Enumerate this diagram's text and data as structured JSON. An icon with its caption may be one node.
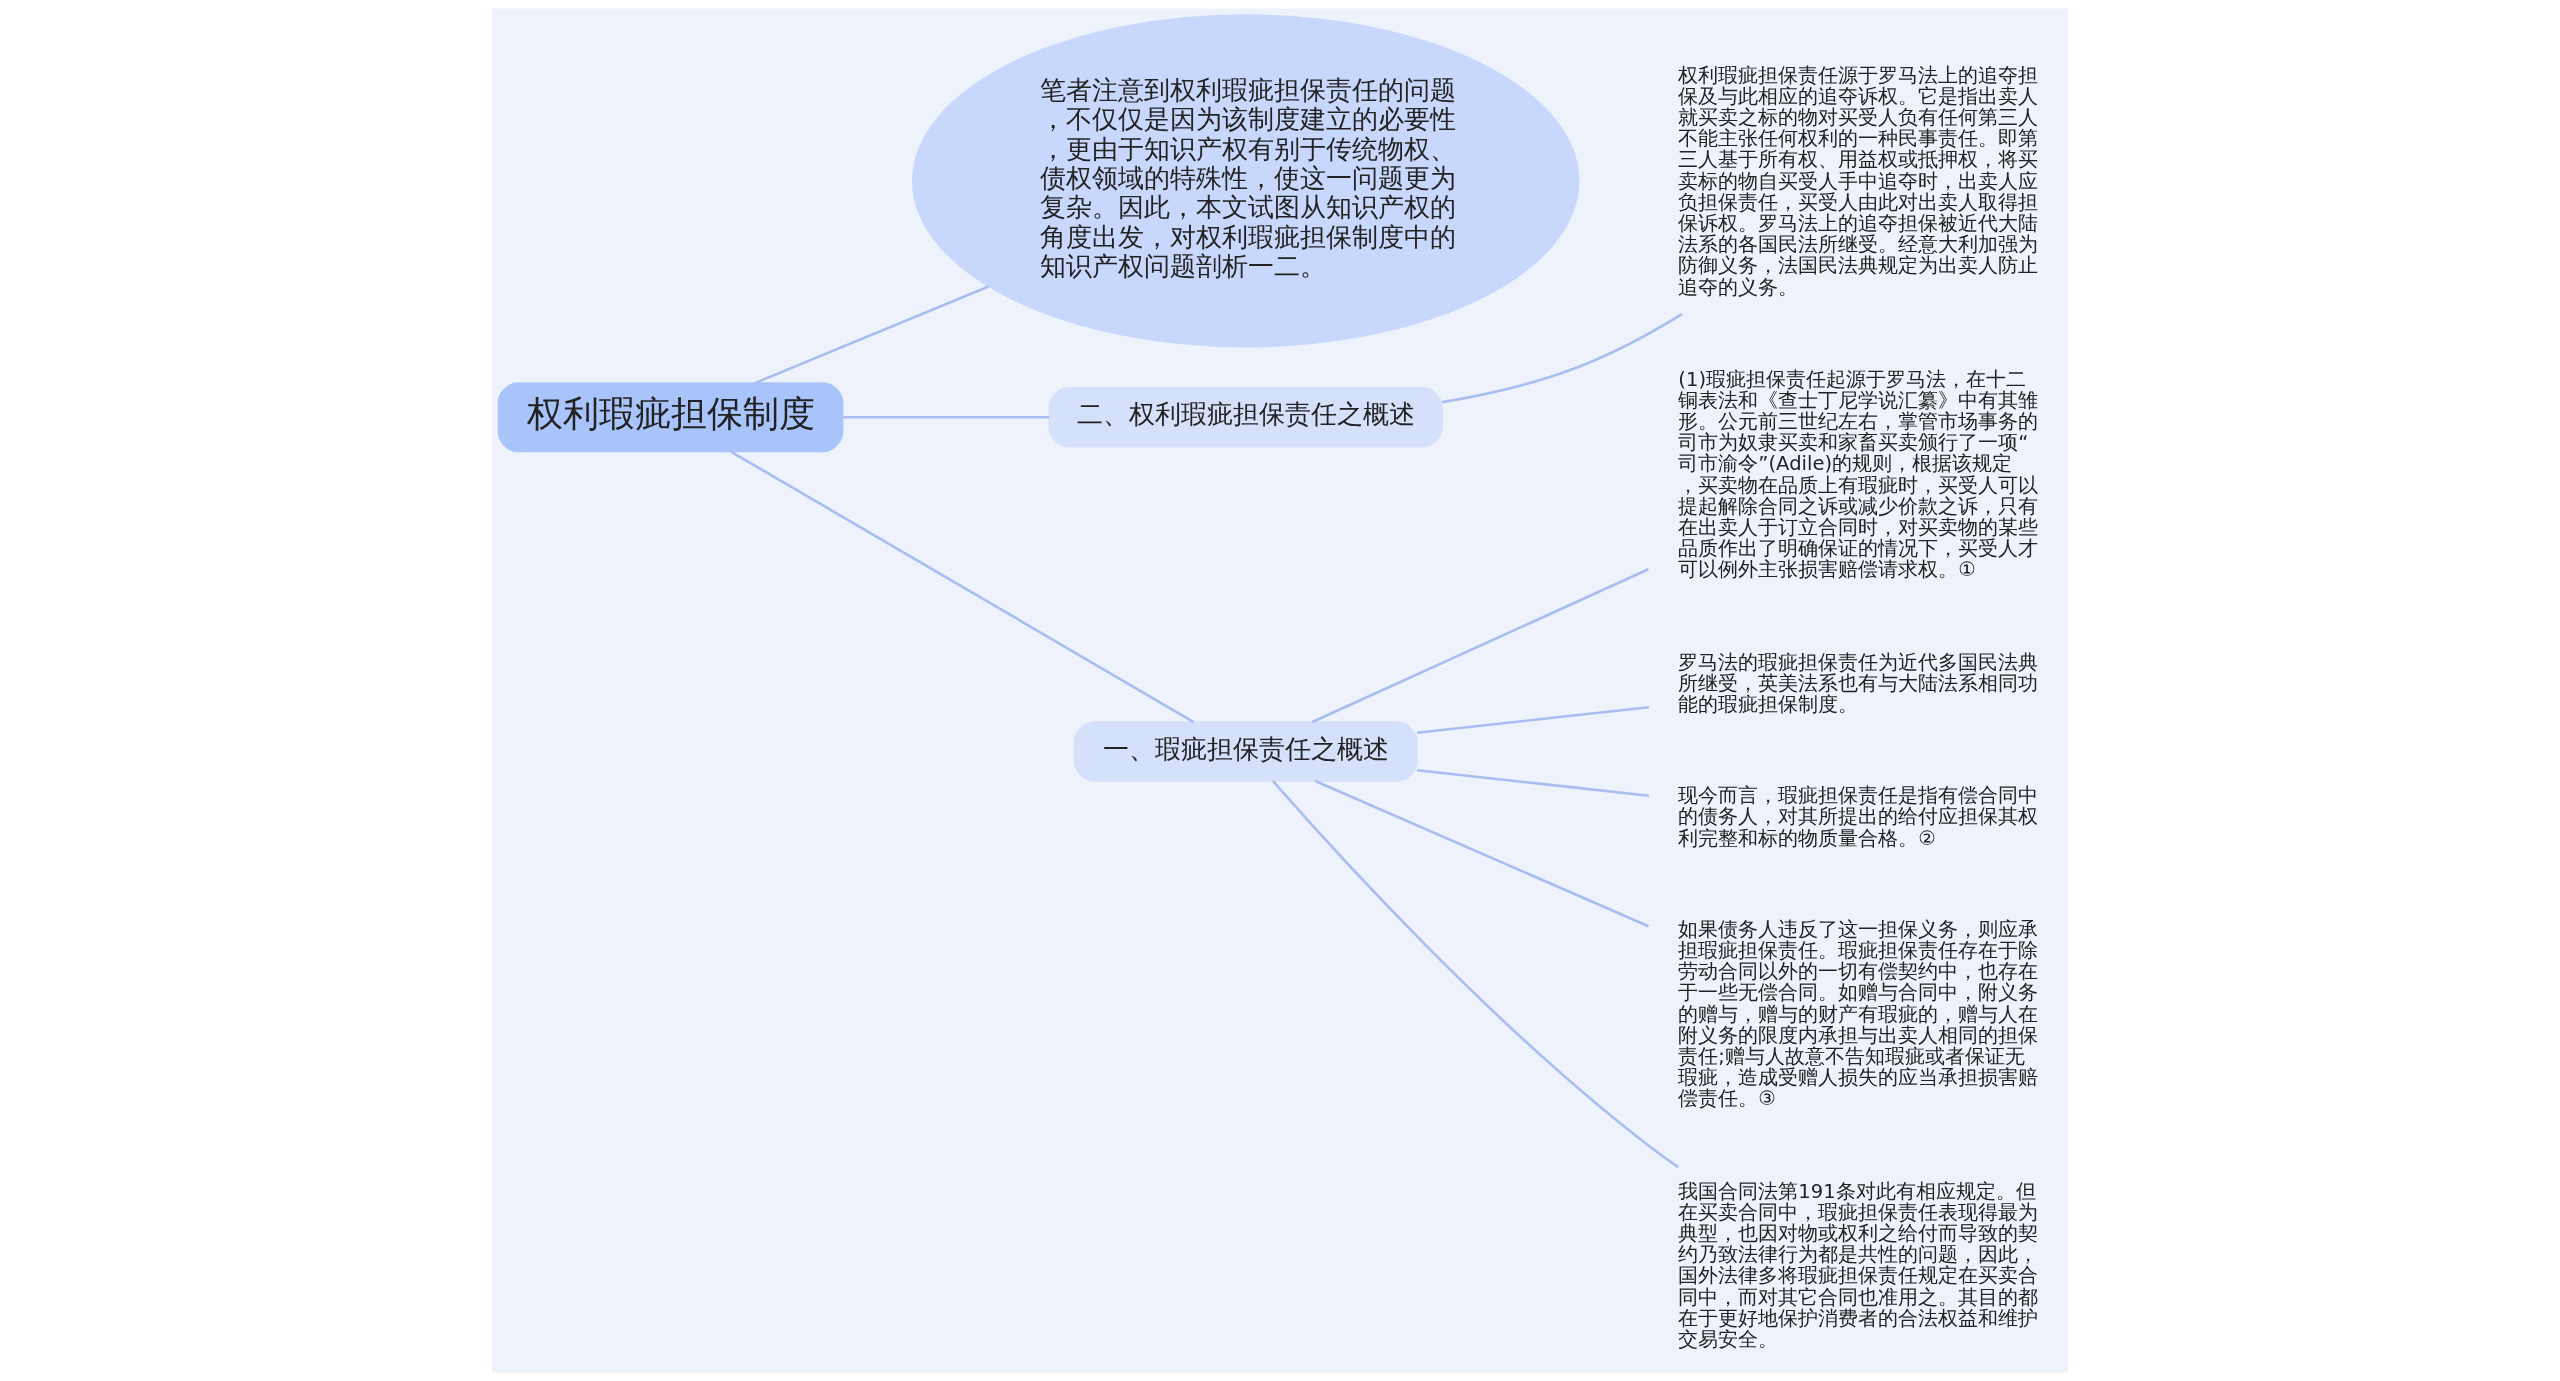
{
  "diagram": {
    "nodes": [
      {
        "text": [
          "权利瑕疵担保制度"
        ]
      },
      {
        "text": [
          "笔者注意到权利瑕疵担保责任的问题，不仅仅是因为该制度建立的必要性，更由于知识产权有别于传统物权、债权领域的特殊性，使这一问题更为复杂。因此，本文试图从知识产权的角度出发，对权利瑕疵担保制度中的知识产权问题剖析一二。"
        ]
      },
      {
        "text": [
          "二、权利瑕疵担保责任之概述"
        ]
      },
      {
        "text": [
          "权利瑕疵担保责任源于罗马法上的追夺担保及与此相应的追夺诉权。它是指出卖人就买卖之标的物对买受人负有任何第三人不能主张任何权利的一种民事责任。即第三人基于所有权、用益权或抵押权，将买卖标的物自买受人手中追夺时，出卖人应负担保责任，买受人由此对出卖人取得担保诉权。罗马法上的追夺担保被近代大陆法系的各国民法所继受。经意大利加强为防御义务，法国民法典规定为出卖人防止追夺的义务。"
        ]
      },
      {
        "text": [
          "一、瑕疵担保责任之概述"
        ]
      },
      {
        "text": [
          "(1)瑕疵担保责任起源于罗马法，在十二铜表法和《查士丁尼学说汇纂》中有其雏形。公元前三世纪左右，掌管市场事务的司市为奴隶买卖和家畜买卖颁行了一项“司市渝令”(Adile)的规则，根据该规定，买卖物在品质上有瑕疵时，买受人可以提起解除合同之诉或减少价款之诉，只有在出卖人于订立合同时，对买卖物的某些品质作出了明确保证的情况下，买受人才可以例外主张损害赔偿请求权。①"
        ]
      },
      {
        "text": [
          "罗马法的瑕疵担保责任为近代多国民法典所继受，英美法系也有与大陆法系相同功能的瑕疵担保制度。"
        ]
      },
      {
        "text": [
          "现今而言，瑕疵担保责任是指有偿合同中的债务人，对其所提出的给付应担保其权利完整和标的物质量合格。②"
        ]
      },
      {
        "text": [
          "如果债务人违反了这一担保义务，则应承担瑕疵担保责任。瑕疵担保责任存在于除劳动合同以外的一切有偿契约中，也存在于一些无偿合同。如赠与合同中，附义务的赠与，赠与的财产有瑕疵的，赠与人在附义务的限度内承担与出卖人相同的担保责任;赠与人故意不告知瑕疵或者保证无瑕疵，造成受赠人损失的应当承担损害赔偿责任。③"
        ]
      },
      {
        "text": [
          "我国合同法第191条对此有相应规定。但在买卖合同中，瑕疵担保责任表现得最为典型，也因对物或权利之给付而导致的契约乃致法律行为都是共性的问题，因此，国外法律多将瑕疵担保责任规定在买卖合同中，而对其它合同也准用之。其目的都在于更好地保护消费者的合法权益和维护交易安全。"
        ]
      }
    ],
    "edges": [
      {
        "from": 0,
        "to": 1,
        "arrow": "none"
      },
      {
        "from": 0,
        "to": 2,
        "arrow": "none"
      },
      {
        "from": 2,
        "to": 3,
        "arrow": "none"
      },
      {
        "from": 0,
        "to": 4,
        "arrow": "none"
      },
      {
        "from": 4,
        "to": 5,
        "arrow": "none"
      },
      {
        "from": 4,
        "to": 6,
        "arrow": "none"
      },
      {
        "from": 4,
        "to": 7,
        "arrow": "none"
      },
      {
        "from": 4,
        "to": 8,
        "arrow": "none"
      },
      {
        "from": 4,
        "to": 9,
        "arrow": "none"
      }
    ]
  }
}
